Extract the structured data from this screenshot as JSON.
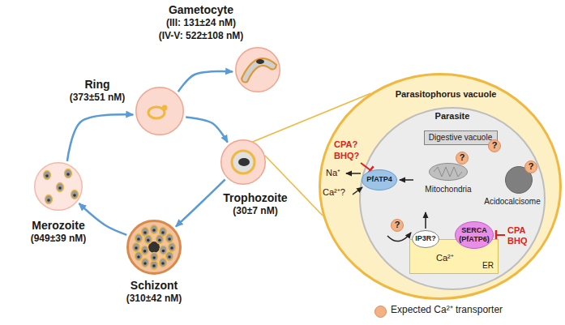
{
  "diagram": {
    "nodes": [
      {
        "text": [
          "Gametocyte",
          "(III: 131±24 nM)",
          "(IV-V: 522±108 nM)"
        ]
      },
      {
        "text": [
          "Ring",
          "(373±51 nM)"
        ]
      },
      {
        "text": [
          "Merozoite",
          "(949±39 nM)"
        ]
      },
      {
        "text": [
          "Trophozoite",
          "(30±7 nM)"
        ]
      },
      {
        "text": [
          "Schizont",
          "(310±42 nM)"
        ]
      },
      {
        "text": [
          "Parasitophorus vacuole"
        ]
      },
      {
        "text": [
          "Parasite"
        ],
        "in": 5
      },
      {
        "text": [
          "PfATP4"
        ],
        "in": 6
      },
      {
        "text": [
          "?"
        ],
        "in": 6
      },
      {
        "text": [
          "Digestive vacuole"
        ],
        "in": 6
      },
      {
        "text": [
          "?"
        ],
        "in": 9
      },
      {
        "text": [
          "Mitochondria"
        ],
        "in": 6
      },
      {
        "text": [
          "?"
        ],
        "in": 11
      },
      {
        "text": [
          "Acidocalcisome"
        ],
        "in": 6
      },
      {
        "text": [
          "?"
        ],
        "in": 13
      },
      {
        "text": [
          "ER"
        ],
        "in": 6
      },
      {
        "text": [
          "IP3R?"
        ],
        "in": 15
      },
      {
        "text": [
          "SERCA",
          "(PfATP6)"
        ],
        "in": 15
      }
    ],
    "edges": [
      {
        "from": 1,
        "to": 0,
        "arrow": "to"
      },
      {
        "from": 1,
        "to": 3,
        "arrow": "to"
      },
      {
        "from": 3,
        "to": 4,
        "arrow": "to"
      },
      {
        "from": 4,
        "to": 2,
        "arrow": "to"
      },
      {
        "from": 2,
        "to": 1,
        "arrow": "to"
      },
      {
        "from": 3,
        "to": 5,
        "arrow": "none"
      },
      {
        "from": 3,
        "to": 5,
        "arrow": "none"
      }
    ],
    "labels": [
      "CPA?",
      "BHQ?",
      "Na⁺",
      "Ca²⁺?",
      "CPA",
      "BHQ",
      "Ca²⁺"
    ],
    "legend": [
      {
        "text": "Expected Ca²⁺ transporter",
        "color": "#f4b183"
      }
    ]
  }
}
